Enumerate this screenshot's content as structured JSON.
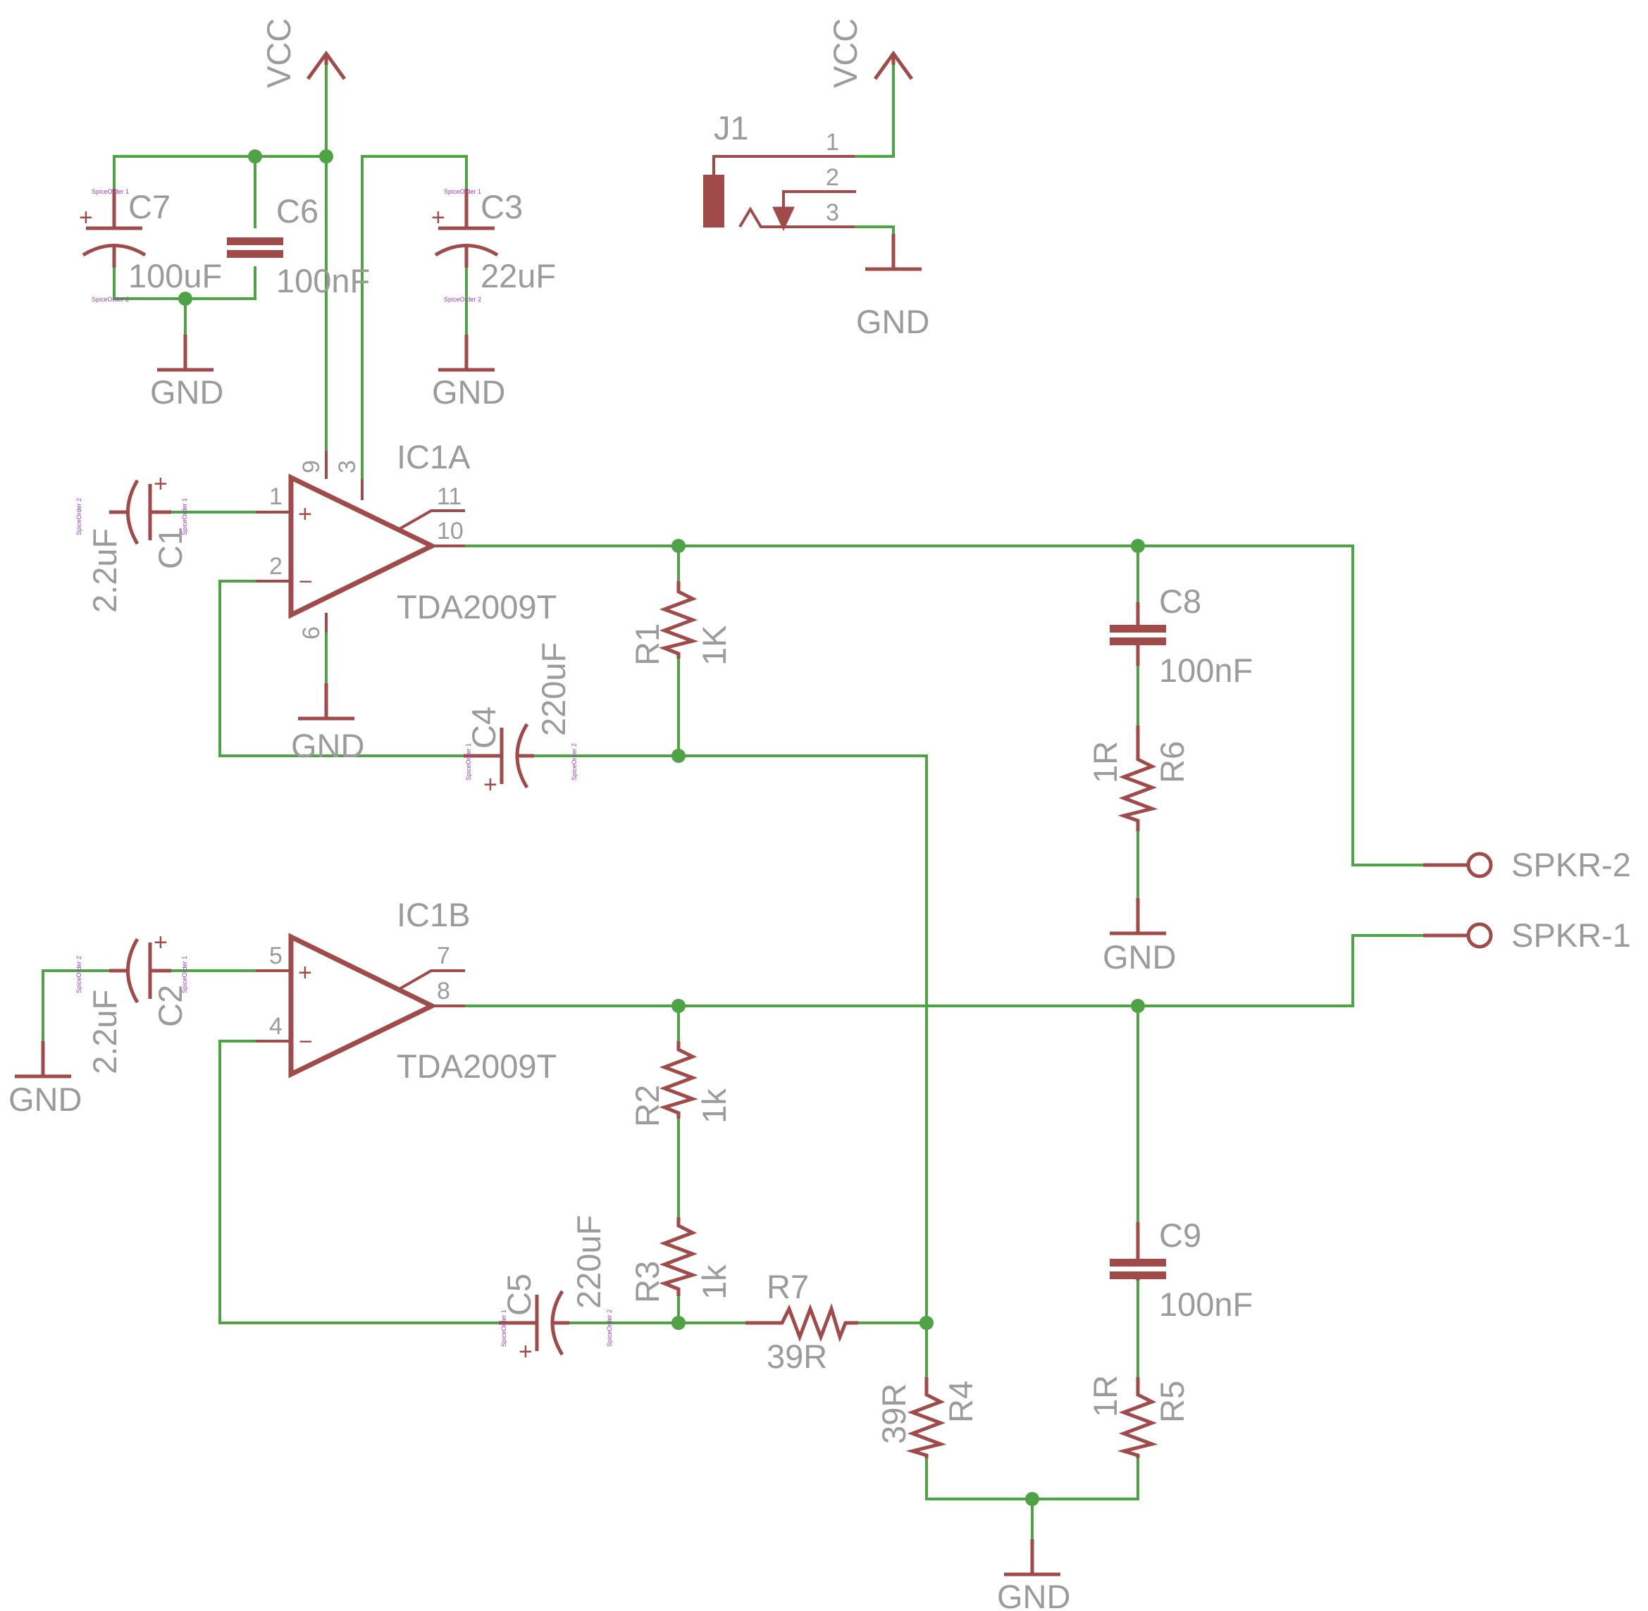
{
  "power": {
    "vcc": "VCC",
    "gnd": "GND"
  },
  "ic1a": {
    "name": "IC1A",
    "value": "TDA2009T",
    "pins": {
      "in_plus": "1",
      "in_minus": "2",
      "out": "10",
      "aux": "11",
      "vcc": "9",
      "svr": "3",
      "gnd": "6"
    }
  },
  "ic1b": {
    "name": "IC1B",
    "value": "TDA2009T",
    "pins": {
      "in_plus": "5",
      "in_minus": "4",
      "out": "8",
      "aux": "7"
    }
  },
  "symbols": {
    "plus": "+",
    "minus": "−"
  },
  "jack": {
    "name": "J1",
    "pins": [
      "1",
      "2",
      "3"
    ]
  },
  "capacitors": {
    "c1": {
      "name": "C1",
      "value": "2.2uF"
    },
    "c2": {
      "name": "C2",
      "value": "2.2uF"
    },
    "c3": {
      "name": "C3",
      "value": "22uF"
    },
    "c4": {
      "name": "C4",
      "value": "220uF"
    },
    "c5": {
      "name": "C5",
      "value": "220uF"
    },
    "c6": {
      "name": "C6",
      "value": "100nF"
    },
    "c7": {
      "name": "C7",
      "value": "100uF"
    },
    "c8": {
      "name": "C8",
      "value": "100nF"
    },
    "c9": {
      "name": "C9",
      "value": "100nF"
    }
  },
  "resistors": {
    "r1": {
      "name": "R1",
      "value": "1K"
    },
    "r2": {
      "name": "R2",
      "value": "1k"
    },
    "r3": {
      "name": "R3",
      "value": "1k"
    },
    "r4": {
      "name": "R4",
      "value": "39R"
    },
    "r5": {
      "name": "R5",
      "value": "1R"
    },
    "r6": {
      "name": "R6",
      "value": "1R"
    },
    "r7": {
      "name": "R7",
      "value": "39R"
    }
  },
  "connectors": {
    "spkr2": "SPKR-2",
    "spkr1": "SPKR-1"
  },
  "spice": {
    "order1": "SpiceOrder 1",
    "order2": "SpiceOrder 2"
  }
}
